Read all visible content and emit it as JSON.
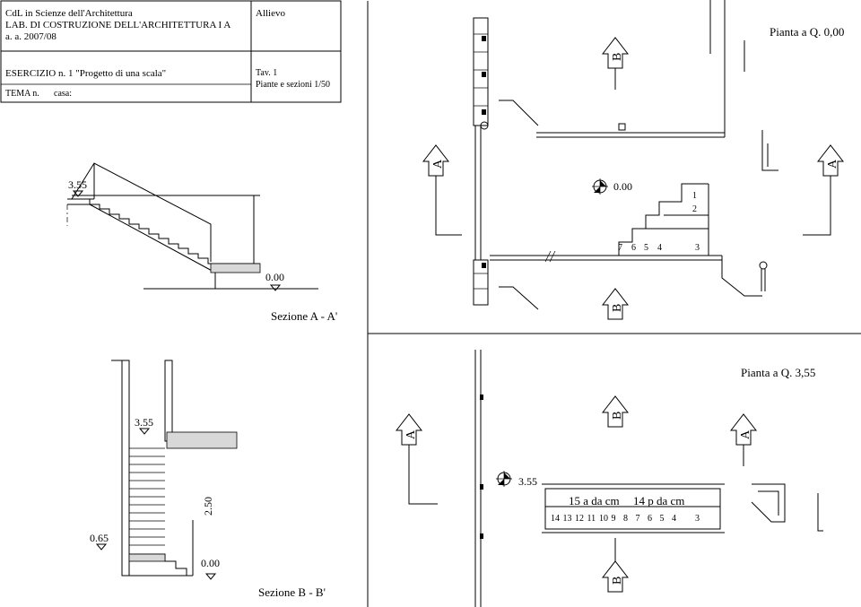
{
  "title_block": {
    "school": "CdL in Scienze dell'Architettura",
    "course": "LAB. DI COSTRUZIONE DELL'ARCHITETTURA I A",
    "year": "a. a. 2007/08",
    "student_label": "Allievo",
    "exercise": "ESERCIZIO n. 1 \"Progetto di una scala\"",
    "table_label": "Tav. 1",
    "table_subject": "Piante e sezioni 1/50",
    "theme_label": "TEMA n.",
    "case_label": "casa:"
  },
  "plan_ground": {
    "title": "Pianta a Q. 0,00",
    "level": "0.00",
    "step_numbers": [
      "1",
      "2",
      "7",
      "6",
      "5",
      "4",
      "3"
    ],
    "section_tags": [
      "A",
      "A",
      "B",
      "B"
    ]
  },
  "plan_upper": {
    "title": "Pianta a Q. 3,55",
    "level": "3.55",
    "note_riser": "15 a da cm",
    "note_tread": "14 p da cm",
    "step_numbers": [
      "14",
      "13",
      "12",
      "11",
      "10",
      "9",
      "8",
      "7",
      "6",
      "5",
      "4",
      "3"
    ],
    "section_tags": [
      "A",
      "A",
      "B",
      "B"
    ]
  },
  "section_aa": {
    "title": "Sezione A - A'",
    "level_top": "3.55",
    "level_bottom": "0.00"
  },
  "section_bb": {
    "title": "Sezione B - B'",
    "level_top": "3.55",
    "level_height": "2.50",
    "level_mid": "0.65",
    "level_bottom": "0.00"
  }
}
